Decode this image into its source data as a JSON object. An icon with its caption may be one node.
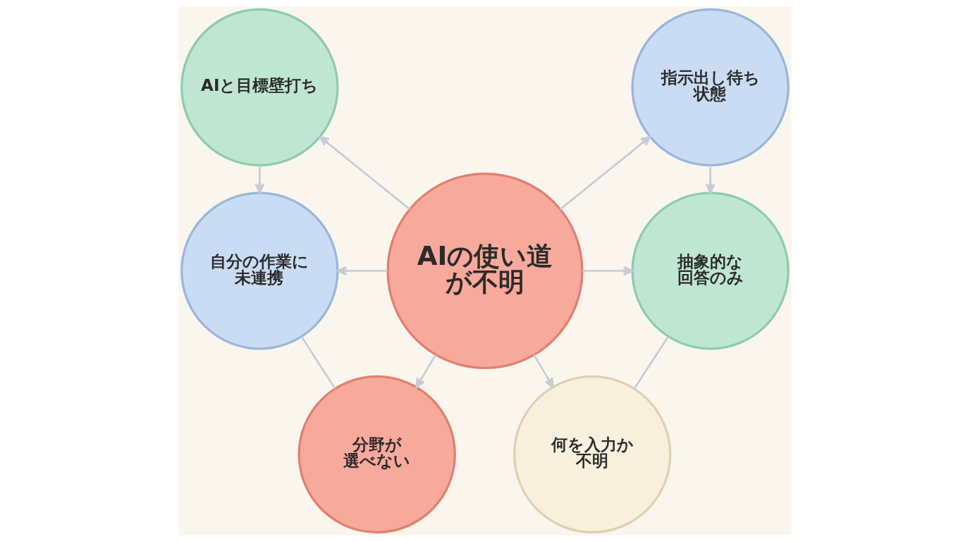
{
  "diagram": {
    "nodes": [
      {
        "text": [
          "AIと目標壁打ち"
        ]
      },
      {
        "text": [
          "指示出し待ち状態"
        ]
      },
      {
        "text": [
          "自分の作業に未連携"
        ]
      },
      {
        "text": [
          "AIの使い道が不明"
        ]
      },
      {
        "text": [
          "抽象的な回答のみ"
        ]
      },
      {
        "text": [
          "分野が選べない"
        ]
      },
      {
        "text": [
          "何を入力か不明"
        ]
      }
    ],
    "edges": [
      {
        "from": 3,
        "to": 0,
        "arrow": "to"
      },
      {
        "from": 3,
        "to": 1,
        "arrow": "to"
      },
      {
        "from": 3,
        "to": 2,
        "arrow": "to"
      },
      {
        "from": 3,
        "to": 4,
        "arrow": "to"
      },
      {
        "from": 3,
        "to": 5,
        "arrow": "to"
      },
      {
        "from": 3,
        "to": 6,
        "arrow": "to"
      },
      {
        "from": 0,
        "to": 2,
        "arrow": "to"
      },
      {
        "from": 1,
        "to": 4,
        "arrow": "to"
      },
      {
        "from": 2,
        "to": 5,
        "arrow": "none"
      },
      {
        "from": 4,
        "to": 6,
        "arrow": "none"
      }
    ]
  }
}
